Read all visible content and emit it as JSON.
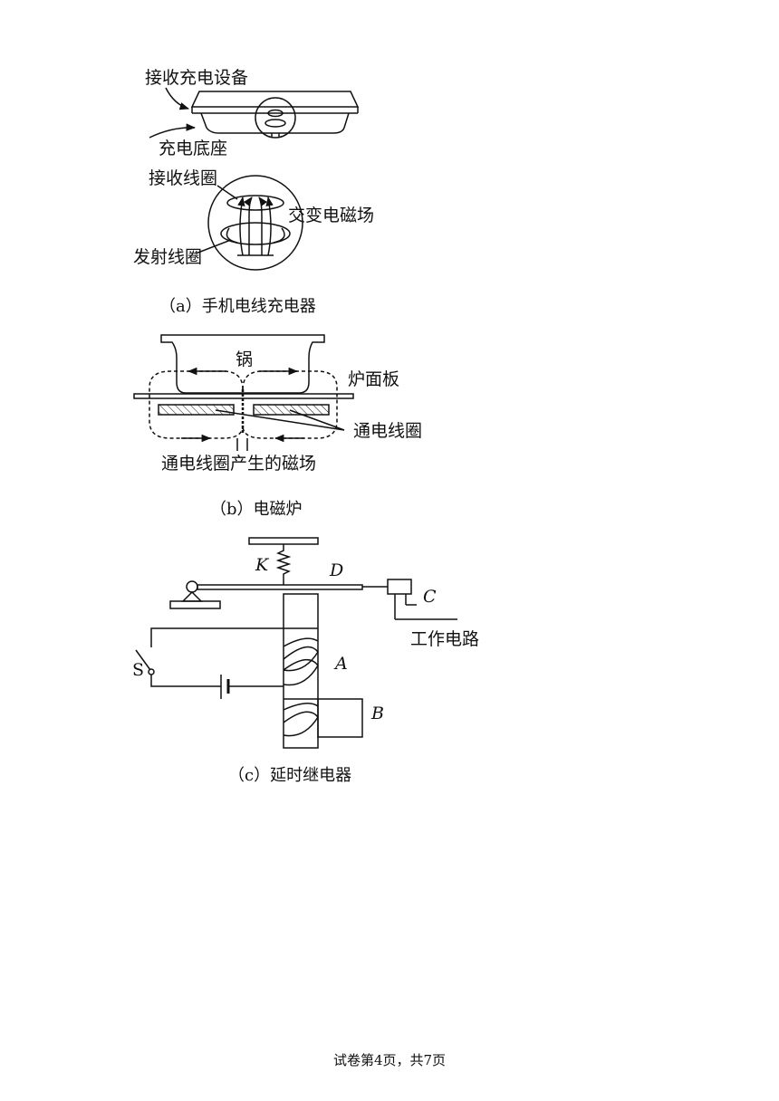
{
  "figure_a": {
    "label_receiver": "接收充电设备",
    "label_base": "充电底座",
    "label_receive_coil": "接收线圈",
    "label_field": "交变电磁场",
    "label_transmit_coil": "发射线圈",
    "caption": "（a）手机电线充电器"
  },
  "figure_b": {
    "label_pot": "锅",
    "label_panel": "炉面板",
    "label_coil": "通电线圈",
    "label_field": "通电线圈产生的磁场",
    "caption": "（b）电磁炉"
  },
  "figure_c": {
    "label_k": "K",
    "label_d": "D",
    "label_c": "C",
    "label_work": "工作电路",
    "label_s": "S",
    "label_a": "A",
    "label_b": "B",
    "caption": "（c）延时继电器"
  },
  "footer": {
    "text": "试卷第4页，共7页"
  }
}
